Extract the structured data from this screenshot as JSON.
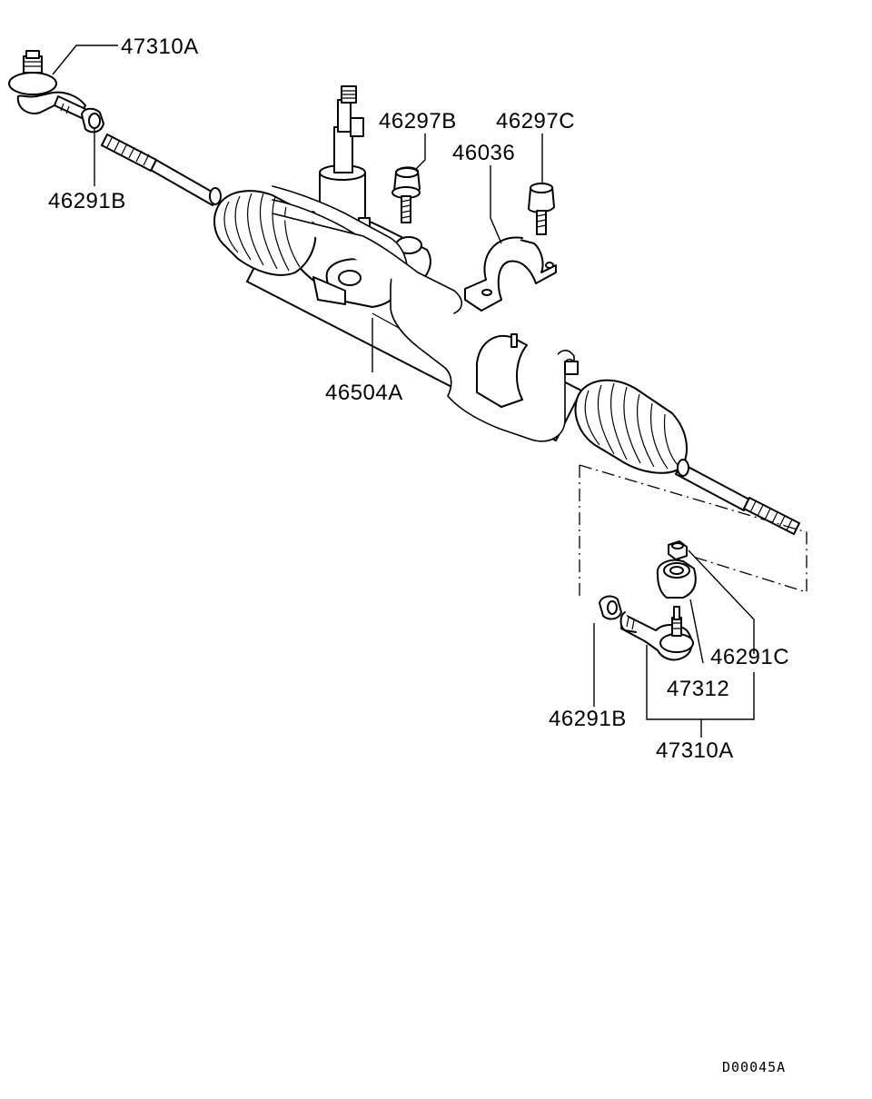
{
  "callouts": {
    "tie_rod_end_top": "47310A",
    "lock_nut_top": "46291B",
    "bolt_b": "46297B",
    "bolt_c": "46297C",
    "bracket": "46036",
    "gear_assy": "46504A",
    "nut_c": "46291C",
    "dust_cover": "47312",
    "lock_nut_bottom": "46291B",
    "tie_rod_end_bottom": "47310A"
  },
  "diagram_code": "D00045A"
}
